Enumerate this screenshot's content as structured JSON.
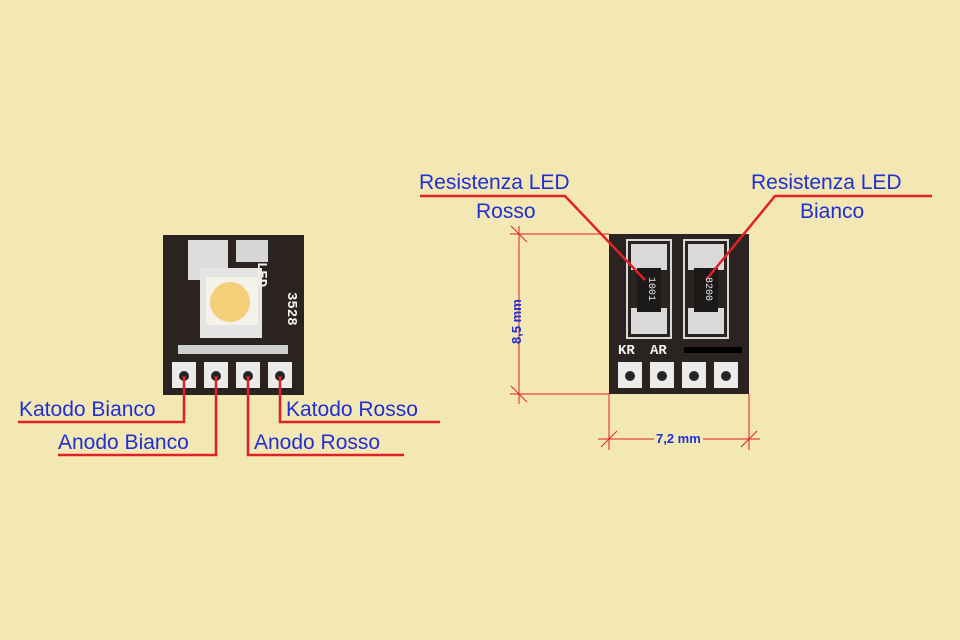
{
  "left_board": {
    "silkscreen": [
      "LED",
      "3528"
    ],
    "labels": {
      "katodo_bianco": "Katodo Bianco",
      "anodo_bianco": "Anodo Bianco",
      "katodo_rosso": "Katodo Rosso",
      "anodo_rosso": "Anodo Rosso"
    }
  },
  "right_board": {
    "silkscreen": [
      "KR",
      "AR"
    ],
    "resistor_codes": [
      "1001",
      "8200"
    ],
    "labels": {
      "res_rosso_line1": "Resistenza LED",
      "res_rosso_line2": "Rosso",
      "res_bianco_line1": "Resistenza LED",
      "res_bianco_line2": "Bianco"
    },
    "dimensions": {
      "height": "8,5 mm",
      "width": "7,2 mm"
    }
  },
  "colors": {
    "background": "#f3e7b3",
    "label_text": "#1f2fd6",
    "leader_line": "#e0202a",
    "board": "#2a2320",
    "pad": "#e9e9e9"
  }
}
